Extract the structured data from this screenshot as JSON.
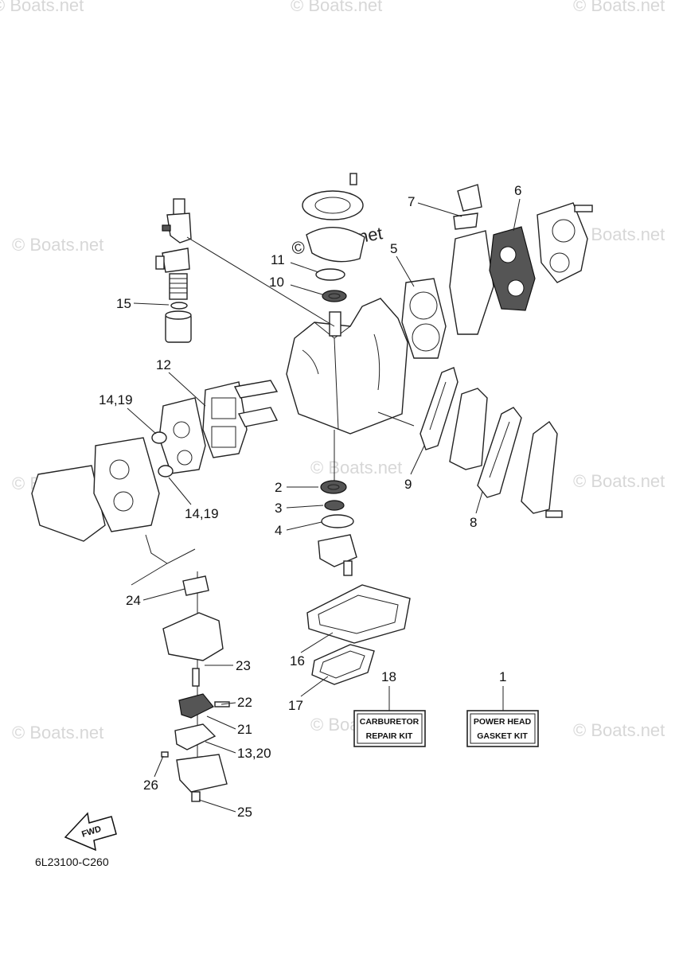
{
  "document_code": "6L23100-C260",
  "fwd_label": "FWD",
  "watermark": "© Boats.net",
  "kits": [
    {
      "ref": "18",
      "line1": "CARBURETOR",
      "line2": "REPAIR KIT"
    },
    {
      "ref": "1",
      "line1": "POWER HEAD",
      "line2": "GASKET KIT"
    }
  ],
  "callouts": [
    "11",
    "10",
    "15",
    "12",
    "14,19",
    "14,19",
    "7",
    "6",
    "5",
    "9",
    "8",
    "2",
    "3",
    "4",
    "24",
    "16",
    "23",
    "22",
    "17",
    "21",
    "13,20",
    "26",
    "25"
  ]
}
